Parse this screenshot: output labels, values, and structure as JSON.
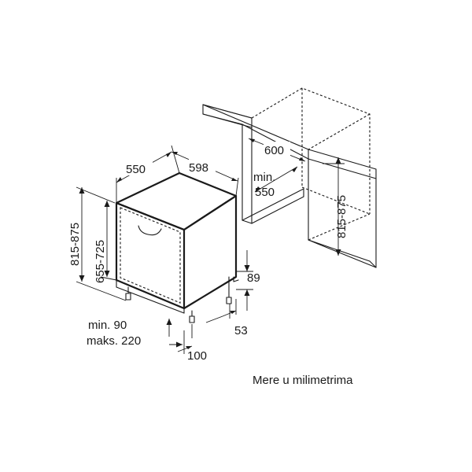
{
  "dimensions": {
    "depth": "550",
    "width": "598",
    "height_range_outer": "815-875",
    "height_range_inner": "655-725",
    "niche_width": "600",
    "niche_depth_label": "min.",
    "niche_depth_value": "550",
    "niche_height": "815-875",
    "plinth_height": "89",
    "foot_offset": "53",
    "plinth_setback_min": "min. 90",
    "plinth_setback_max": "maks. 220",
    "plinth_depth": "100"
  },
  "note": "Mere u milimetrima"
}
